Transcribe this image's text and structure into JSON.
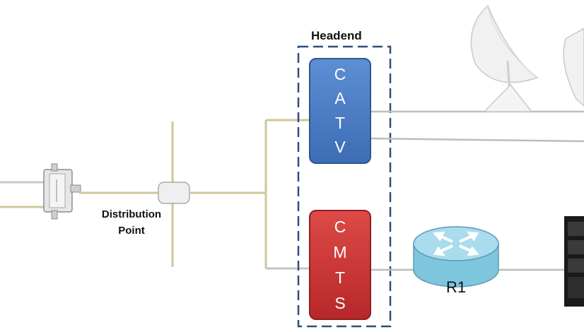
{
  "headend": {
    "label": "Headend"
  },
  "distribution_point": {
    "line1": "Distribution",
    "line2": "Point"
  },
  "catv": {
    "letters": [
      "C",
      "A",
      "T",
      "V"
    ],
    "color": "#4a7cc4"
  },
  "cmts": {
    "letters": [
      "C",
      "M",
      "T",
      "S"
    ],
    "color": "#c83232"
  },
  "router": {
    "label": "R1",
    "color": "#8ed0e6"
  },
  "colors": {
    "coax": "#cfc79a",
    "line": "#bdbdbd",
    "dashed_border": "#2f4f7a"
  },
  "icons": [
    "splitter-icon",
    "tap-icon",
    "satellite-dish-icon",
    "router-icon",
    "server-rack-icon"
  ]
}
